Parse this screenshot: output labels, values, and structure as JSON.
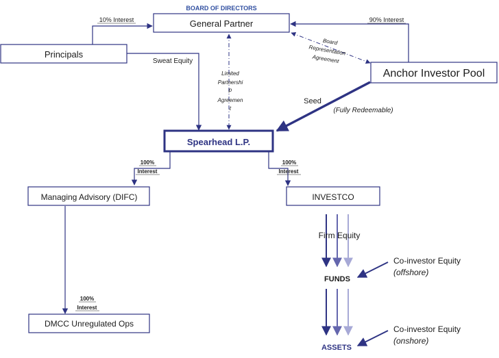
{
  "board_label": "BOARD OF DIRECTORS",
  "nodes": {
    "general_partner": "General Partner",
    "principals": "Principals",
    "anchor_investor_pool": "Anchor Investor Pool",
    "spearhead": "Spearhead L.P.",
    "managing_advisory": "Managing Advisory (DIFC)",
    "investco": "INVESTCO",
    "dmcc": "DMCC Unregulated Ops",
    "funds": "FUNDS",
    "assets": "ASSETS"
  },
  "labels": {
    "principals_interest": "10% Interest",
    "anchor_interest": "90% Interest",
    "sweat_equity": "Sweat Equity",
    "lpa_lines": [
      "Limited",
      "Partnershi",
      "p",
      "Agreemen",
      "t"
    ],
    "bra_lines": [
      "Board",
      "Representation",
      "Agreement"
    ],
    "seed": "Seed",
    "fully_redeemable": "(Fully Redeemable)",
    "spearhead_to_managing": [
      "100%",
      "Interest"
    ],
    "spearhead_to_investco": [
      "100%",
      "Interest"
    ],
    "managing_to_dmcc": [
      "100%",
      "Interest"
    ],
    "firm_equity": "Firm Equity",
    "coinvestor_offshore": [
      "Co-investor Equity",
      "(offshore)"
    ],
    "coinvestor_onshore": [
      "Co-investor Equity",
      "(onshore)"
    ]
  },
  "colors": {
    "navy": "#2e3383",
    "mid": "#6466ad",
    "light": "#a7a9d6",
    "box_border": "#2e3383",
    "text": "#1a1a1a",
    "board_blue": "#2f4ea0"
  }
}
